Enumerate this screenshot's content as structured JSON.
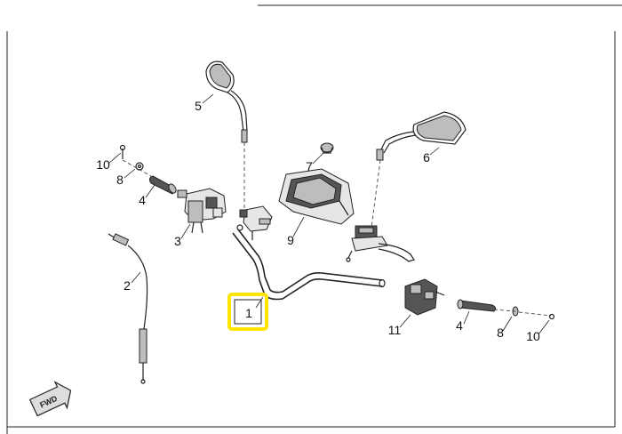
{
  "callouts": [
    {
      "id": "1",
      "label": "1",
      "highlighted": true
    },
    {
      "id": "2",
      "label": "2"
    },
    {
      "id": "3",
      "label": "3"
    },
    {
      "id": "4a",
      "label": "4"
    },
    {
      "id": "4b",
      "label": "4"
    },
    {
      "id": "5",
      "label": "5"
    },
    {
      "id": "6",
      "label": "6"
    },
    {
      "id": "7",
      "label": "7"
    },
    {
      "id": "8a",
      "label": "8"
    },
    {
      "id": "8b",
      "label": "8"
    },
    {
      "id": "9",
      "label": "9"
    },
    {
      "id": "10a",
      "label": "10"
    },
    {
      "id": "10b",
      "label": "10"
    },
    {
      "id": "11",
      "label": "11"
    }
  ],
  "fwd_badge": "FWD",
  "colors": {
    "highlight": "#ffe600",
    "ink": "#222222"
  }
}
